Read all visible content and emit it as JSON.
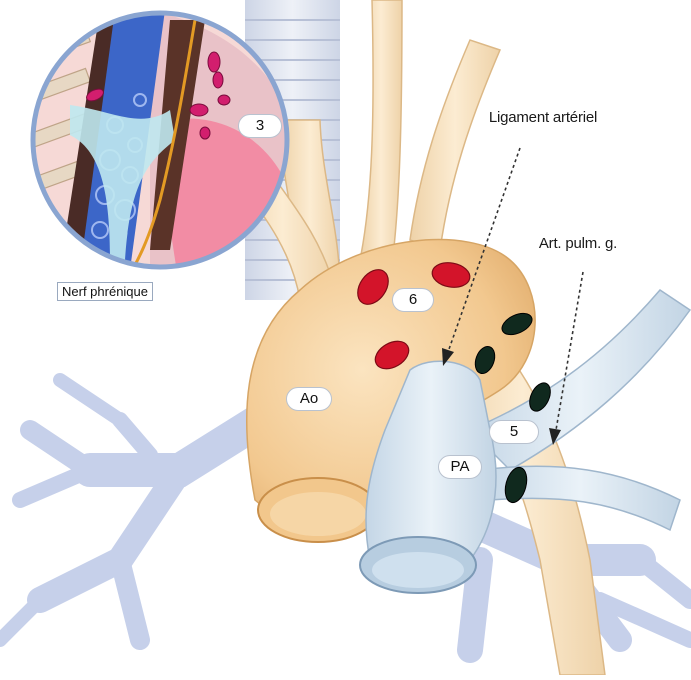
{
  "labels": {
    "ligament": "Ligament artériel",
    "art_pulm": "Art. pulm. g.",
    "nerf": "Nerf phrénique",
    "ao": "Ao",
    "pa": "PA",
    "node_3": "3",
    "node_5": "5",
    "node_6": "6"
  },
  "colors": {
    "aorta": "#f4cf9c",
    "pulmonary": "#d8e6f2",
    "bronchi": "#c9d3ec",
    "node_red": "#d3142a",
    "node_dark": "#0f2a1f",
    "trachea": "#dde2ee"
  }
}
